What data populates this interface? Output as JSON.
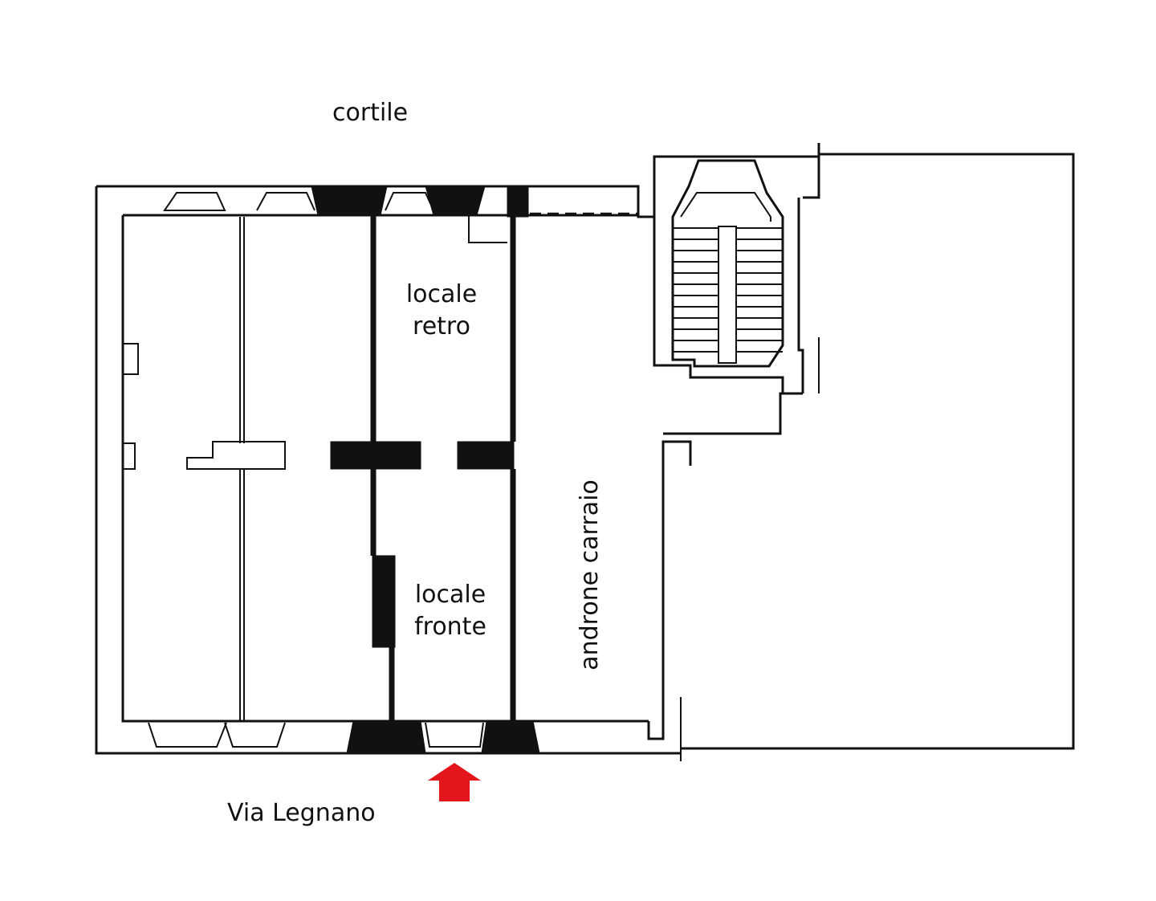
{
  "labels": {
    "courtyard": "cortile",
    "street": "Via Legnano",
    "room_back_line1": "locale",
    "room_back_line2": "retro",
    "room_front_line1": "locale",
    "room_front_line2": "fronte",
    "carriage_passage": "androne carraio"
  },
  "colors": {
    "walls": "#111111",
    "entrance_arrow": "#e3161b",
    "background": "#ffffff"
  },
  "icons": {
    "entrance": "entrance-arrow-icon"
  }
}
